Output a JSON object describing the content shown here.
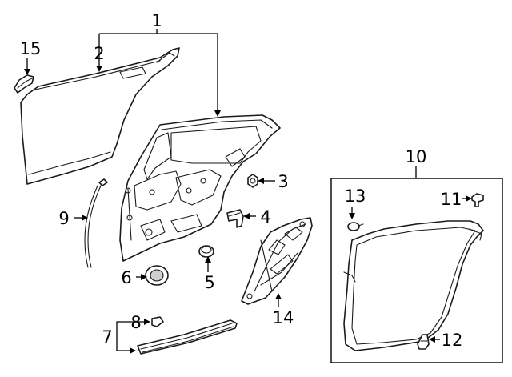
{
  "diagram": {
    "callouts": {
      "c1": "1",
      "c2": "2",
      "c3": "3",
      "c4": "4",
      "c5": "5",
      "c6": "6",
      "c7": "7",
      "c8": "8",
      "c9": "9",
      "c10": "10",
      "c11": "11",
      "c12": "12",
      "c13": "13",
      "c14": "14",
      "c15": "15"
    },
    "colors": {
      "line": "#1a1a1a",
      "background": "#ffffff"
    }
  }
}
